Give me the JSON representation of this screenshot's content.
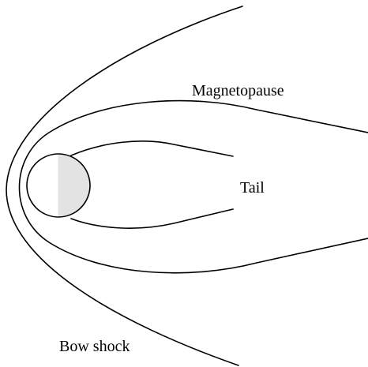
{
  "labels": {
    "magnetopause": "Magnetopause",
    "tail": "Tail",
    "bow_shock": "Bow shock"
  },
  "colors": {
    "line": "#000000",
    "night_side_fill": "#e3e3e3",
    "background": "#ffffff"
  }
}
